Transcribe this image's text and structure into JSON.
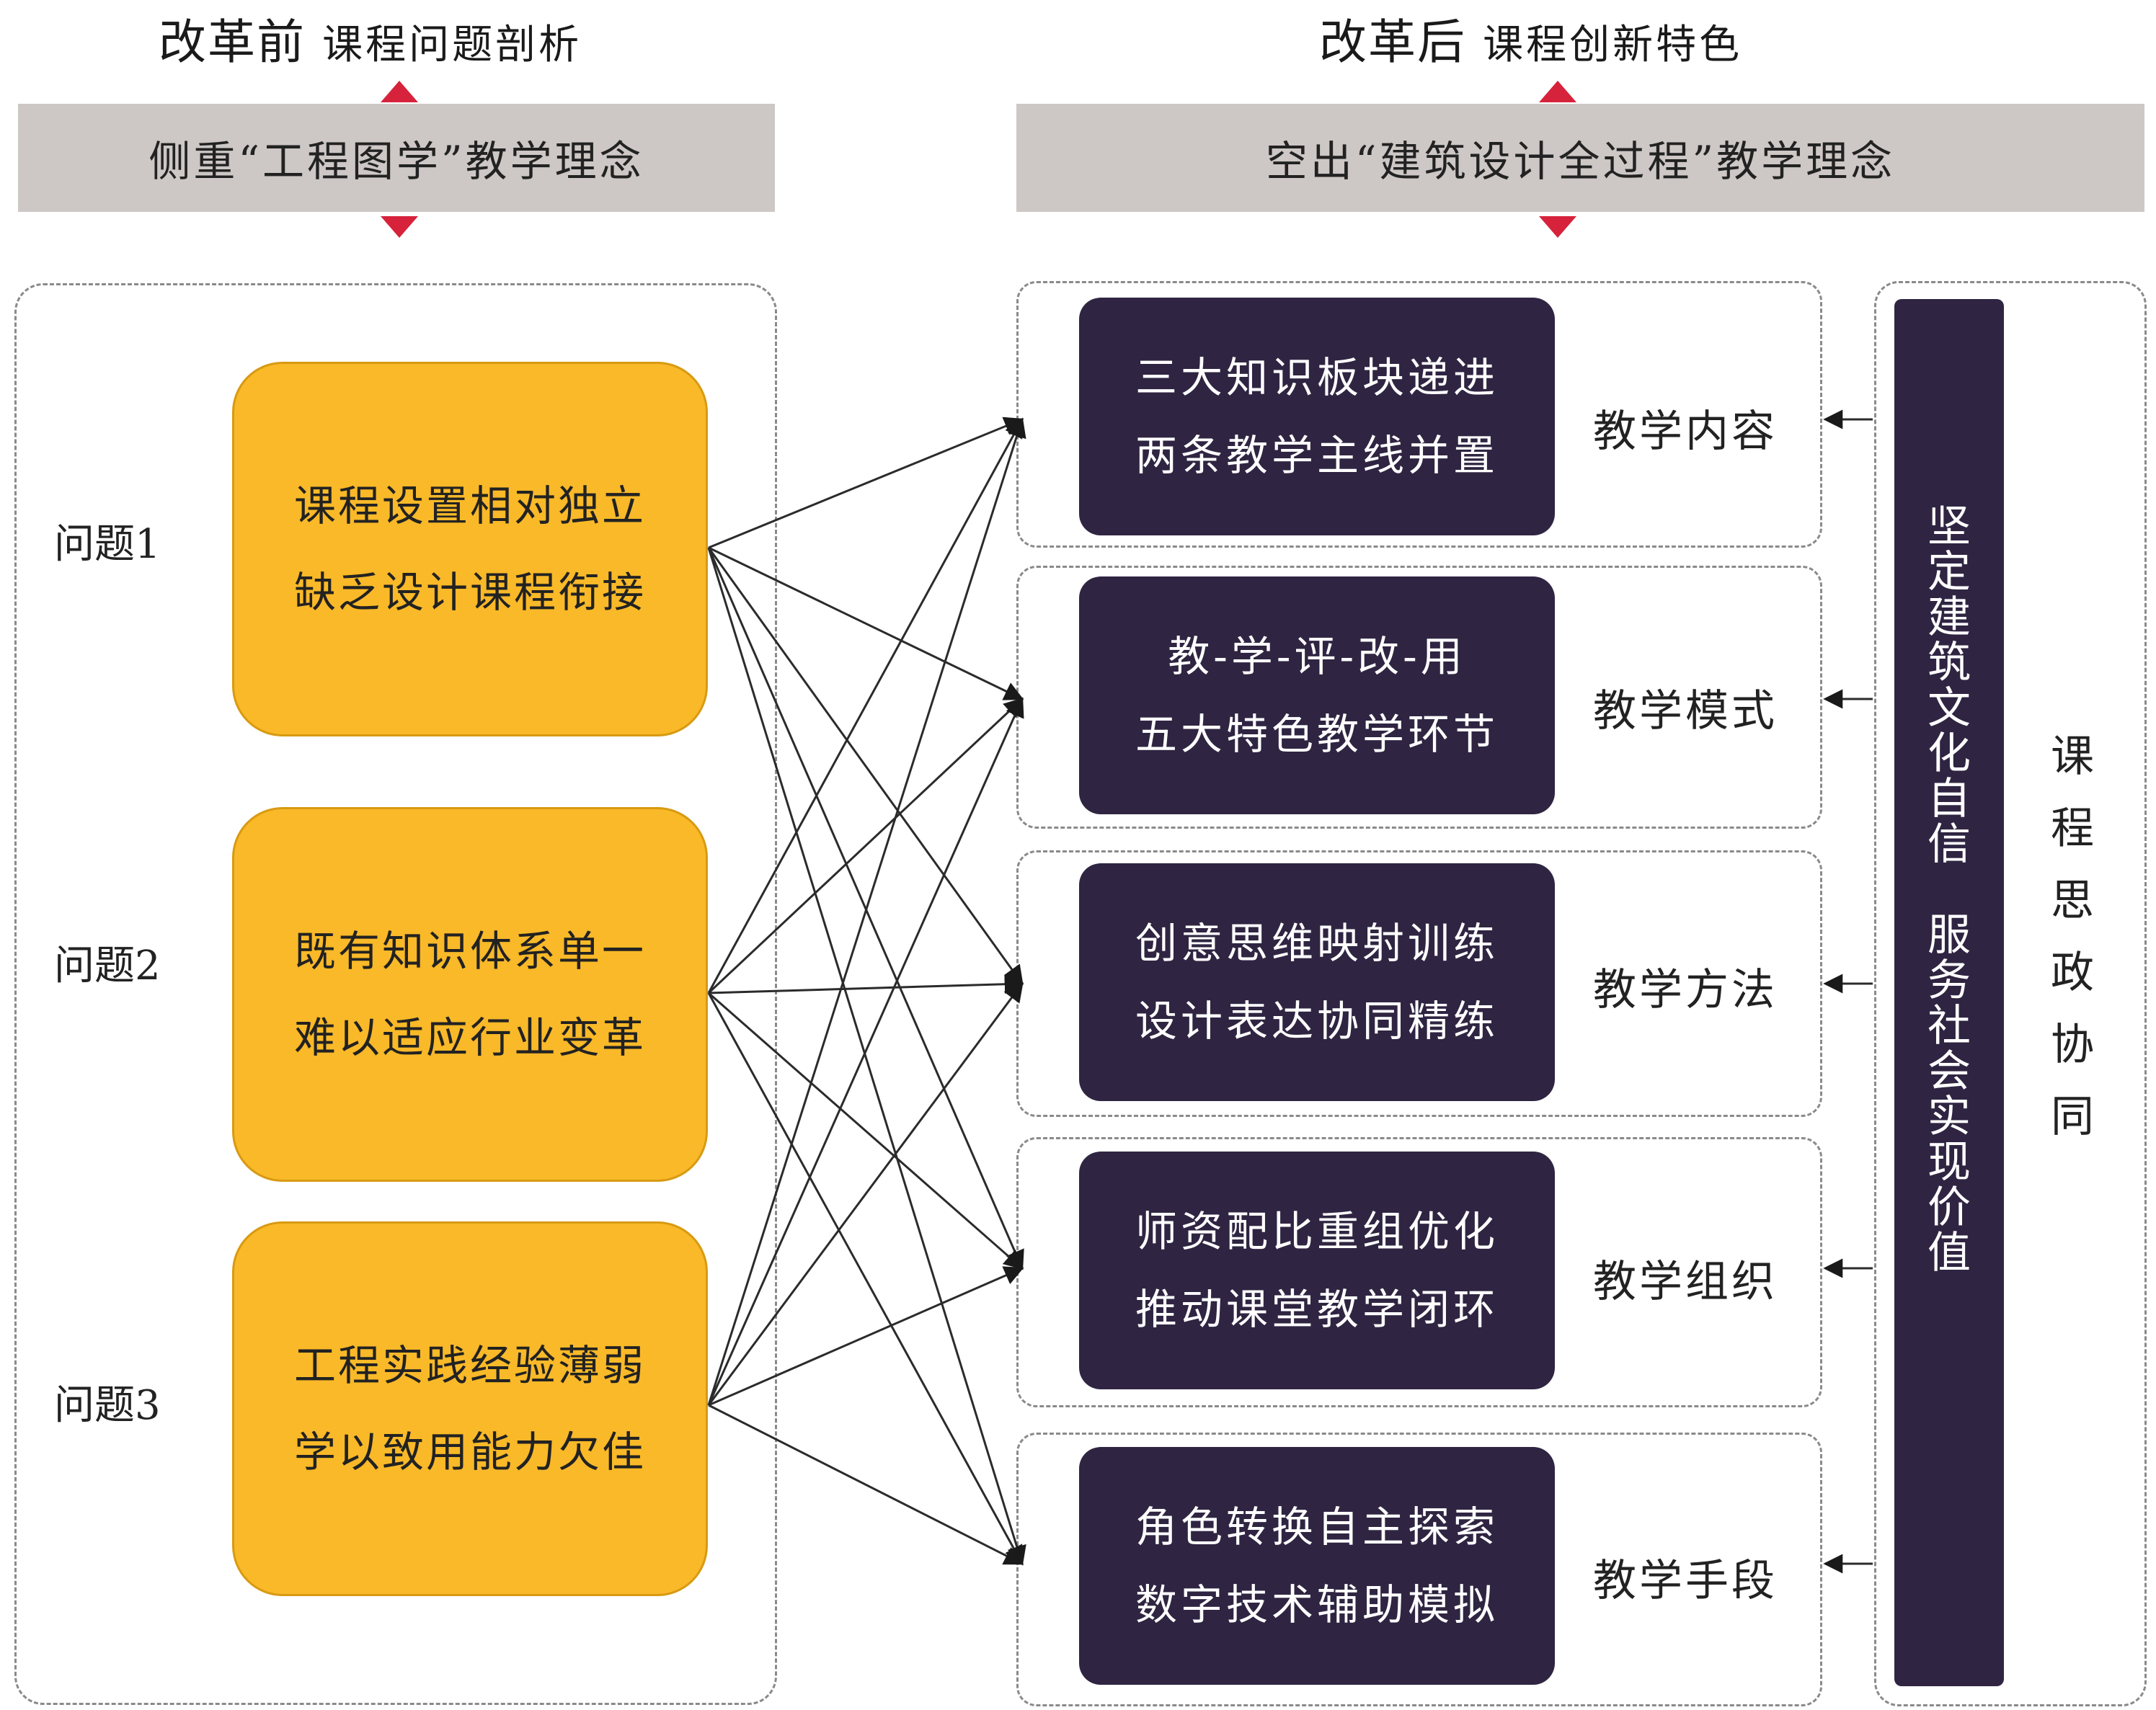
{
  "left_header": {
    "main": "改革前",
    "sub": "课程问题剖析"
  },
  "right_header": {
    "main": "改革后",
    "sub": "课程创新特色"
  },
  "left_banner": "侧重“工程图学”教学理念",
  "right_banner": "空出“建筑设计全过程”教学理念",
  "problems": [
    {
      "label": "问题1",
      "line1": "课程设置相对独立",
      "line2": "缺乏设计课程衔接"
    },
    {
      "label": "问题2",
      "line1": "既有知识体系单一",
      "line2": "难以适应行业变革"
    },
    {
      "label": "问题3",
      "line1": "工程实践经验薄弱",
      "line2": "学以致用能力欠佳"
    }
  ],
  "features": [
    {
      "line1": "三大知识板块递进",
      "line2": "两条教学主线并置",
      "category": "教学内容"
    },
    {
      "line1": "教-学-评-改-用",
      "line2": "五大特色教学环节",
      "category": "教学模式"
    },
    {
      "line1": "创意思维映射训练",
      "line2": "设计表达协同精练",
      "category": "教学方法"
    },
    {
      "line1": "师资配比重组优化",
      "line2": "推动课堂教学闭环",
      "category": "教学组织"
    },
    {
      "line1": "角色转换自主探索",
      "line2": "数字技术辅助模拟",
      "category": "教学手段"
    }
  ],
  "ideology_bar": {
    "chars": [
      "坚",
      "定",
      "建",
      "筑",
      "文",
      "化",
      "自",
      "信",
      "",
      "服",
      "务",
      "社",
      "会",
      "实",
      "现",
      "价",
      "值"
    ]
  },
  "ideology_label": {
    "chars": [
      "课",
      "程",
      "思",
      "政",
      "协",
      "同"
    ]
  },
  "colors": {
    "accent_red": "#d6233b",
    "problem_fill": "#f9b928",
    "feature_fill": "#2f2542",
    "banner_fill": "#cdc7c5"
  },
  "connections": [
    [
      0,
      0
    ],
    [
      0,
      1
    ],
    [
      0,
      2
    ],
    [
      0,
      3
    ],
    [
      0,
      4
    ],
    [
      1,
      0
    ],
    [
      1,
      1
    ],
    [
      1,
      2
    ],
    [
      1,
      3
    ],
    [
      1,
      4
    ],
    [
      2,
      0
    ],
    [
      2,
      1
    ],
    [
      2,
      2
    ],
    [
      2,
      3
    ],
    [
      2,
      4
    ]
  ]
}
